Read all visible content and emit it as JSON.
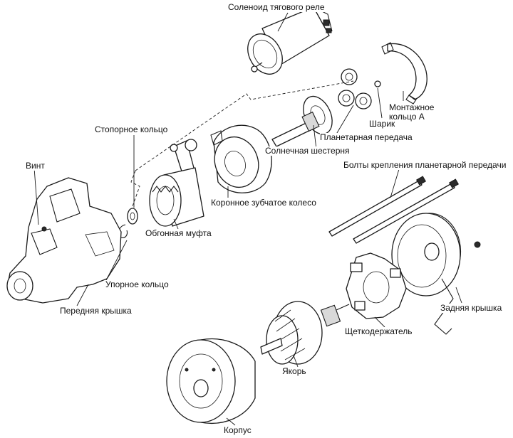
{
  "labels": {
    "solenoid": "Соленоид тягового реле",
    "mounting_ring": "Монтажное\nкольцо А",
    "ball": "Шарик",
    "planetary_gear": "Планетарная передача",
    "sun_gear": "Солнечная шестерня",
    "retaining_ring": "Стопорное кольцо",
    "screw": "Винт",
    "planetary_bolts": "Болты крепления планетарной передачи",
    "ring_gear": "Коронное зубчатое колесо",
    "overrunning_clutch": "Обгонная муфта",
    "thrust_ring": "Упорное кольцо",
    "front_cover": "Передняя крышка",
    "rear_cover": "Задняя крышка",
    "brush_holder": "Щеткодержатель",
    "armature": "Якорь",
    "housing": "Корпус"
  }
}
